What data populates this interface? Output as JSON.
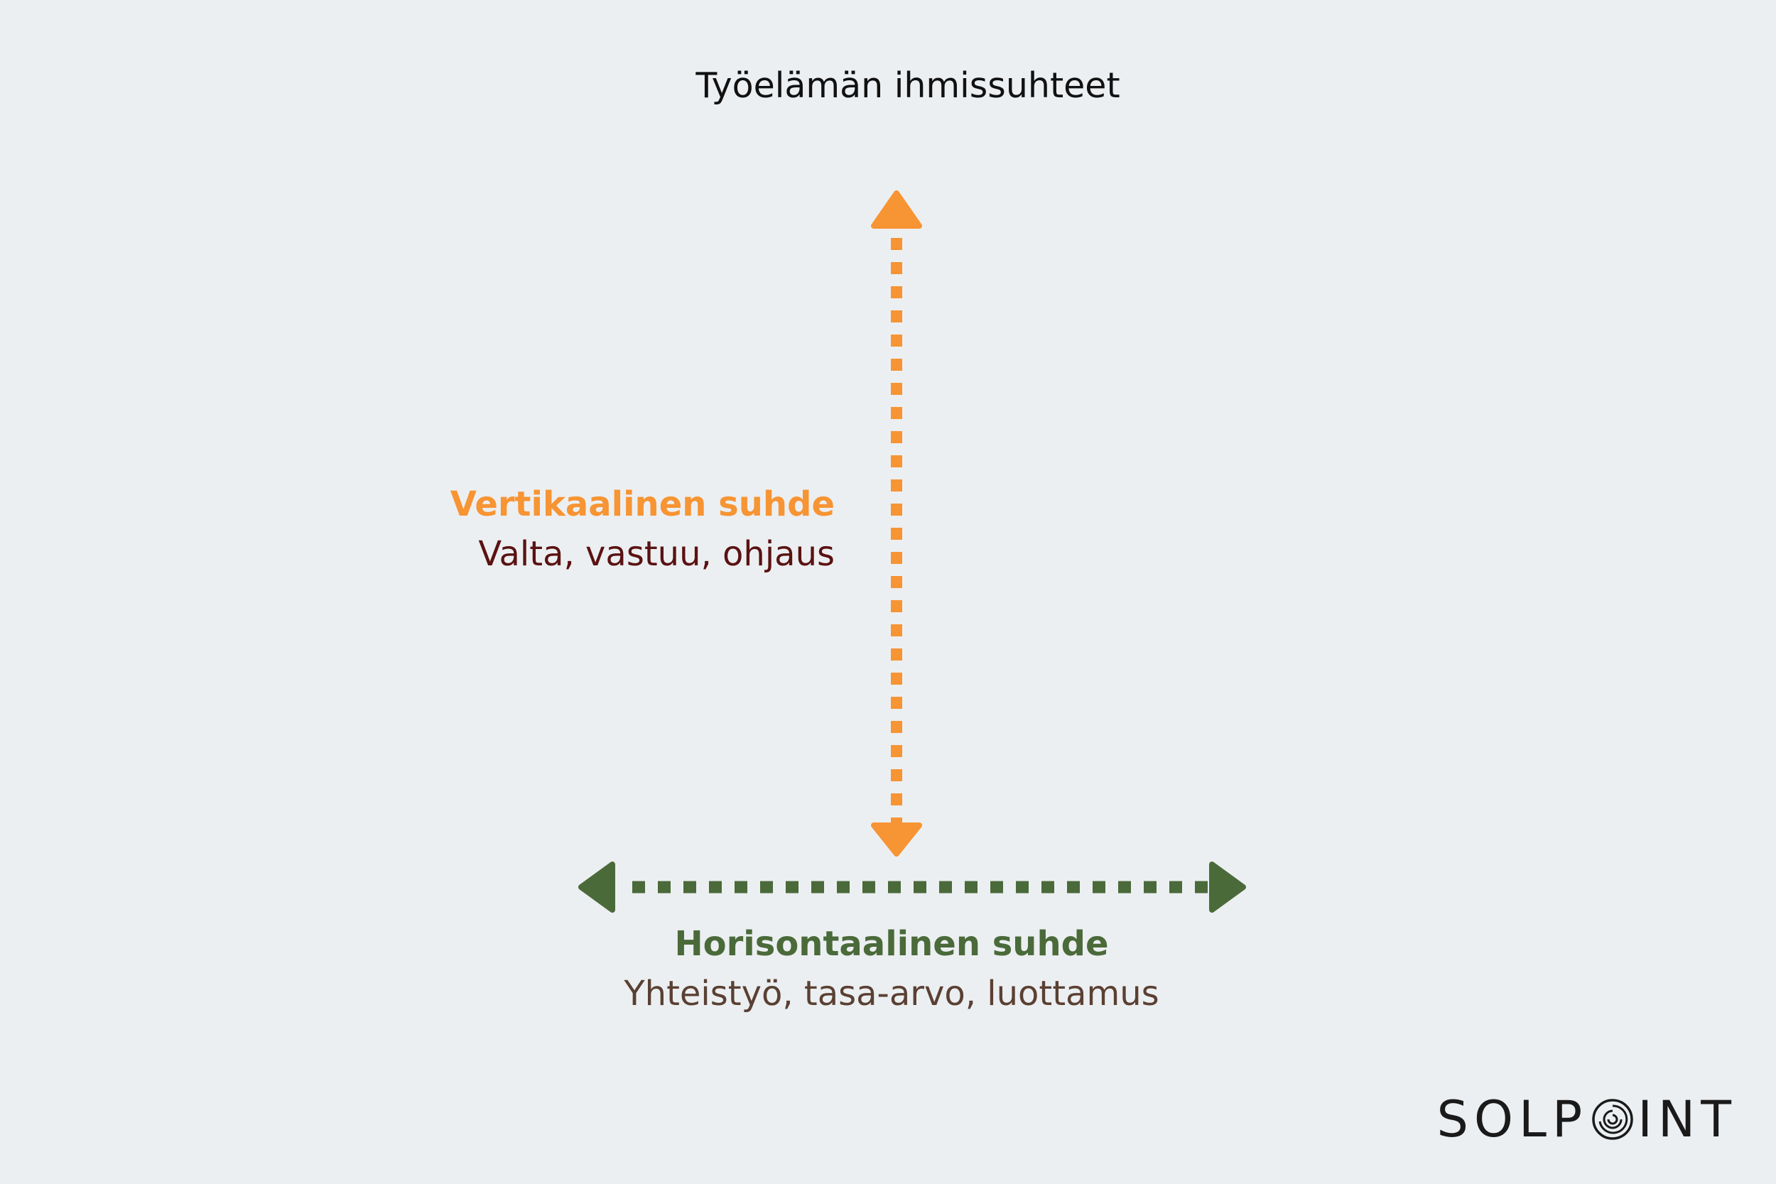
{
  "title": "Työelämän ihmissuhteet",
  "vertical": {
    "heading": "Vertikaalinen suhde",
    "description": "Valta, vastuu, ohjaus",
    "color": "#f79433"
  },
  "horizontal": {
    "heading": "Horisontaalinen suhde",
    "description": "Yhteistyö, tasa-arvo, luottamus",
    "color": "#4a6a3a"
  },
  "logo": {
    "left_text": "SOLP",
    "right_text": "INT"
  }
}
